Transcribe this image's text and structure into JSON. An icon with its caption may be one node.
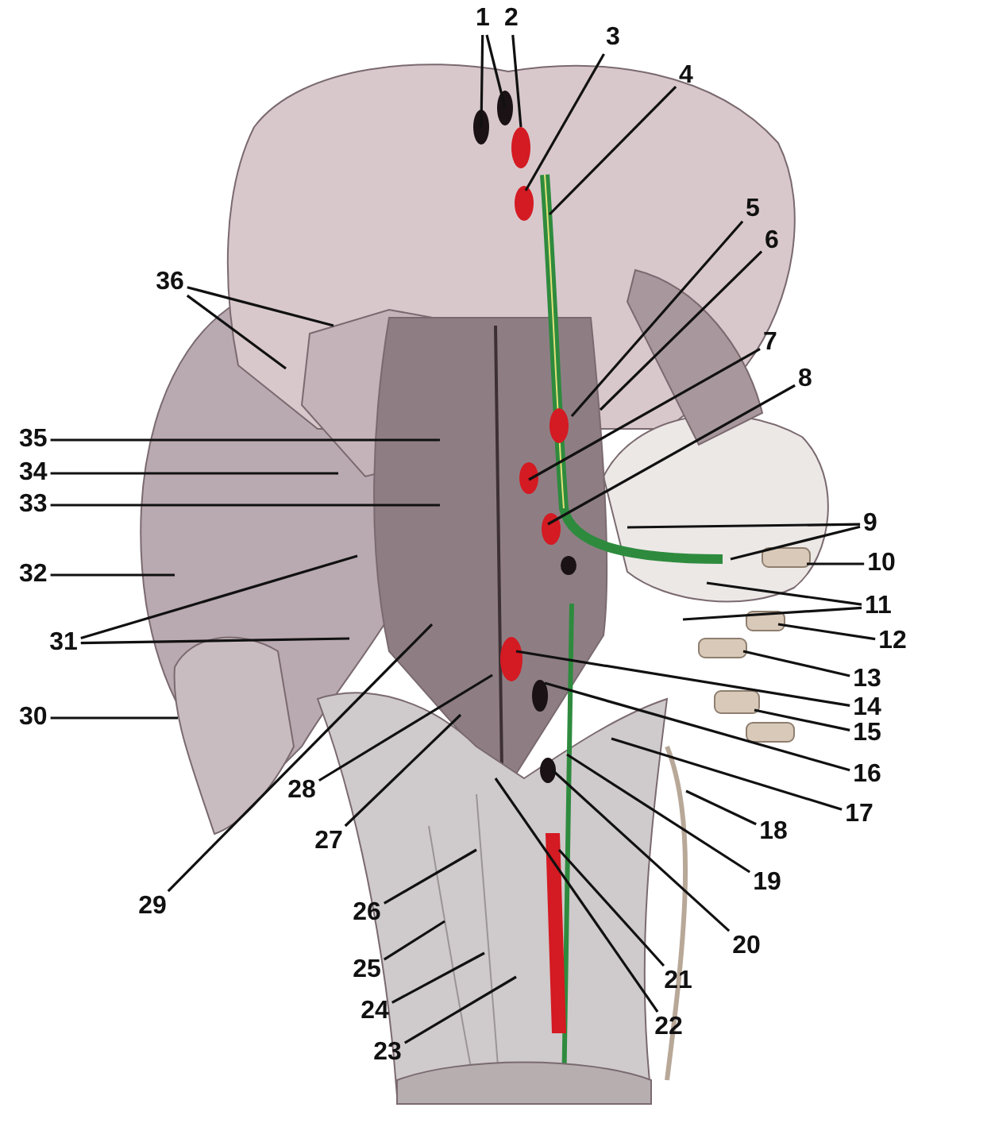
{
  "diagram": {
    "nodes": [
      {
        "text": [
          "1"
        ]
      },
      {
        "text": [
          "2"
        ]
      },
      {
        "text": [
          "3"
        ]
      },
      {
        "text": [
          "4"
        ]
      },
      {
        "text": [
          "5"
        ]
      },
      {
        "text": [
          "6"
        ]
      },
      {
        "text": [
          "7"
        ]
      },
      {
        "text": [
          "8"
        ]
      },
      {
        "text": [
          "9"
        ]
      },
      {
        "text": [
          "10"
        ]
      },
      {
        "text": [
          "11"
        ]
      },
      {
        "text": [
          "12"
        ]
      },
      {
        "text": [
          "13"
        ]
      },
      {
        "text": [
          "14"
        ]
      },
      {
        "text": [
          "15"
        ]
      },
      {
        "text": [
          "16"
        ]
      },
      {
        "text": [
          "17"
        ]
      },
      {
        "text": [
          "18"
        ]
      },
      {
        "text": [
          "19"
        ]
      },
      {
        "text": [
          "20"
        ]
      },
      {
        "text": [
          "21"
        ]
      },
      {
        "text": [
          "22"
        ]
      },
      {
        "text": [
          "23"
        ]
      },
      {
        "text": [
          "24"
        ]
      },
      {
        "text": [
          "25"
        ]
      },
      {
        "text": [
          "26"
        ]
      },
      {
        "text": [
          "27"
        ]
      },
      {
        "text": [
          "28"
        ]
      },
      {
        "text": [
          "29"
        ]
      },
      {
        "text": [
          "30"
        ]
      },
      {
        "text": [
          "31"
        ]
      },
      {
        "text": [
          "32"
        ]
      },
      {
        "text": [
          "33"
        ]
      },
      {
        "text": [
          "34"
        ]
      },
      {
        "text": [
          "35"
        ]
      },
      {
        "text": [
          "36"
        ]
      }
    ],
    "edges": [
      {
        "from": 0,
        "to": null,
        "arrow": "none"
      },
      {
        "from": 0,
        "to": null,
        "arrow": "none"
      },
      {
        "from": 1,
        "to": null,
        "arrow": "none"
      },
      {
        "from": 2,
        "to": null,
        "arrow": "none"
      },
      {
        "from": 3,
        "to": null,
        "arrow": "none"
      },
      {
        "from": 4,
        "to": null,
        "arrow": "none"
      },
      {
        "from": 5,
        "to": null,
        "arrow": "none"
      },
      {
        "from": 6,
        "to": null,
        "arrow": "none"
      },
      {
        "from": 7,
        "to": null,
        "arrow": "none"
      },
      {
        "from": 8,
        "to": null,
        "arrow": "none"
      },
      {
        "from": 8,
        "to": null,
        "arrow": "none"
      },
      {
        "from": 9,
        "to": null,
        "arrow": "none"
      },
      {
        "from": 10,
        "to": null,
        "arrow": "none"
      },
      {
        "from": 10,
        "to": null,
        "arrow": "none"
      },
      {
        "from": 11,
        "to": null,
        "arrow": "none"
      },
      {
        "from": 12,
        "to": null,
        "arrow": "none"
      },
      {
        "from": 13,
        "to": null,
        "arrow": "none"
      },
      {
        "from": 14,
        "to": null,
        "arrow": "none"
      },
      {
        "from": 15,
        "to": null,
        "arrow": "none"
      },
      {
        "from": 16,
        "to": null,
        "arrow": "none"
      },
      {
        "from": 17,
        "to": null,
        "arrow": "none"
      },
      {
        "from": 18,
        "to": null,
        "arrow": "none"
      },
      {
        "from": 19,
        "to": null,
        "arrow": "none"
      },
      {
        "from": 20,
        "to": null,
        "arrow": "none"
      },
      {
        "from": 21,
        "to": null,
        "arrow": "none"
      },
      {
        "from": 22,
        "to": null,
        "arrow": "none"
      },
      {
        "from": 23,
        "to": null,
        "arrow": "none"
      },
      {
        "from": 24,
        "to": null,
        "arrow": "none"
      },
      {
        "from": 25,
        "to": null,
        "arrow": "none"
      },
      {
        "from": 26,
        "to": null,
        "arrow": "none"
      },
      {
        "from": 27,
        "to": null,
        "arrow": "none"
      },
      {
        "from": 28,
        "to": null,
        "arrow": "none"
      },
      {
        "from": 29,
        "to": null,
        "arrow": "none"
      },
      {
        "from": 30,
        "to": null,
        "arrow": "none"
      },
      {
        "from": 30,
        "to": null,
        "arrow": "none"
      },
      {
        "from": 31,
        "to": null,
        "arrow": "none"
      },
      {
        "from": 32,
        "to": null,
        "arrow": "none"
      },
      {
        "from": 33,
        "to": null,
        "arrow": "none"
      },
      {
        "from": 34,
        "to": null,
        "arrow": "none"
      },
      {
        "from": 35,
        "to": null,
        "arrow": "none"
      },
      {
        "from": 35,
        "to": null,
        "arrow": "none"
      }
    ]
  }
}
